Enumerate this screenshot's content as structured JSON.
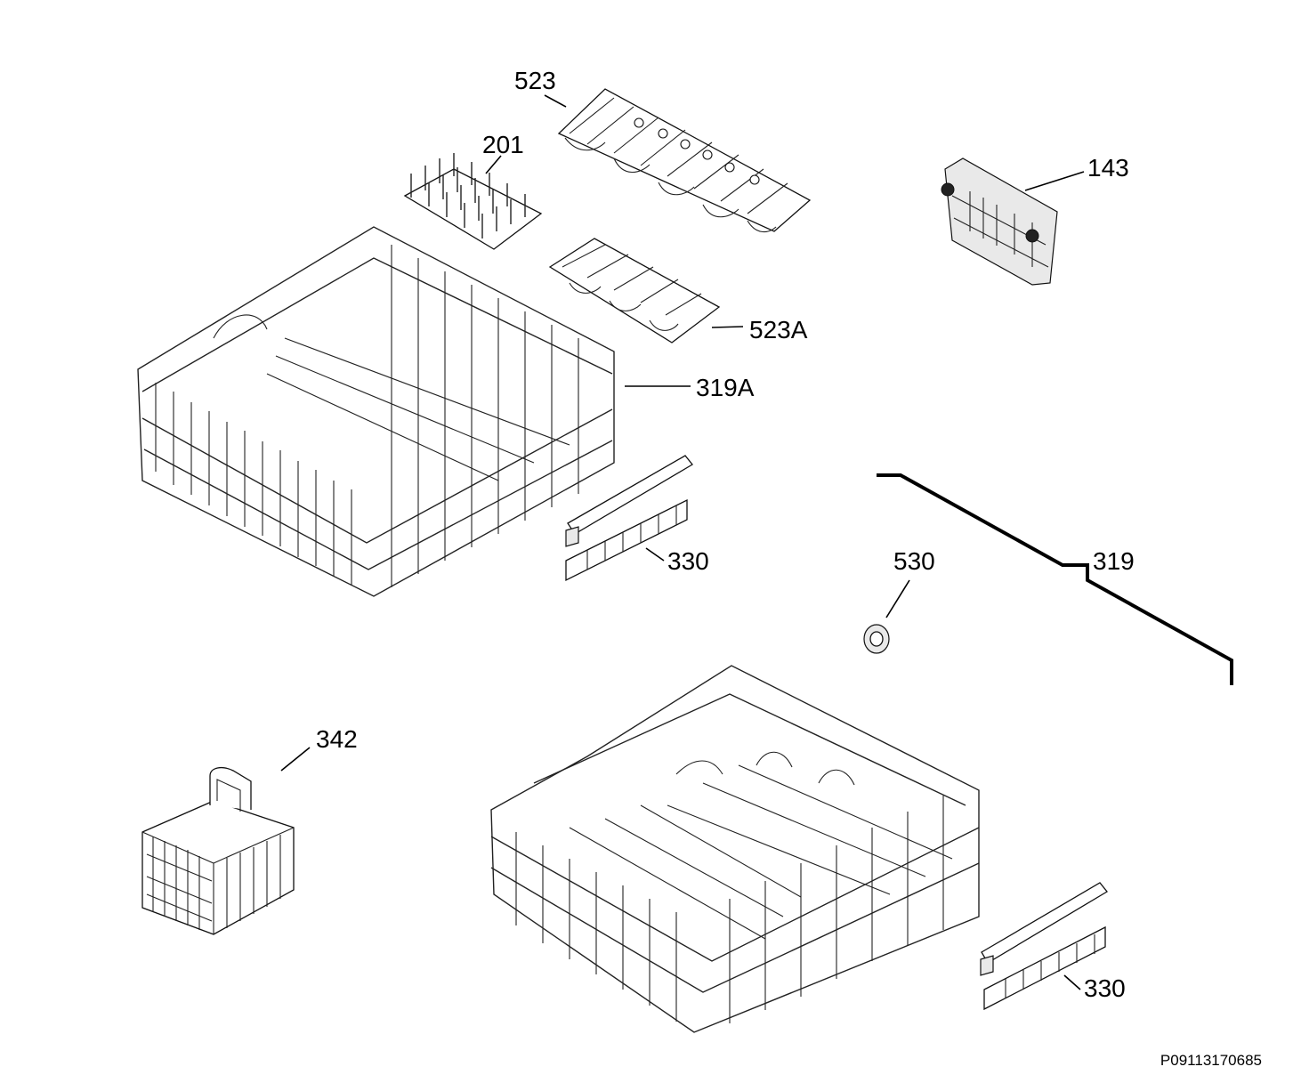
{
  "diagram": {
    "document_code": "P09113170685",
    "parts": [
      {
        "id": "523",
        "label": "523"
      },
      {
        "id": "201",
        "label": "201"
      },
      {
        "id": "143",
        "label": "143"
      },
      {
        "id": "523A",
        "label": "523A"
      },
      {
        "id": "319A",
        "label": "319A"
      },
      {
        "id": "330-upper",
        "label": "330"
      },
      {
        "id": "530",
        "label": "530"
      },
      {
        "id": "319",
        "label": "319"
      },
      {
        "id": "342",
        "label": "342"
      },
      {
        "id": "330-lower",
        "label": "330"
      }
    ]
  }
}
